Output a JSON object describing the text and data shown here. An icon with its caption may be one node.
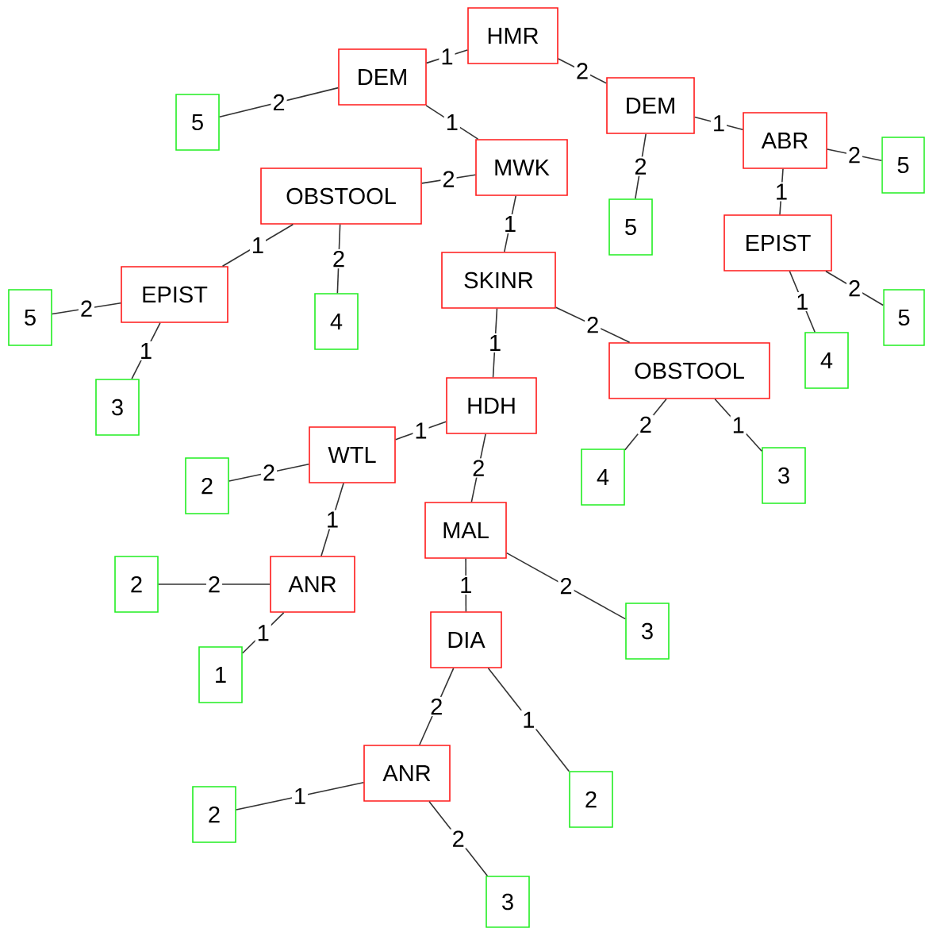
{
  "diagram": {
    "nodes": [
      {
        "text": [
          "HMR"
        ]
      },
      {
        "text": [
          "DEM"
        ]
      },
      {
        "text": [
          "DEM"
        ]
      },
      {
        "text": [
          "5"
        ]
      },
      {
        "text": [
          "ABR"
        ]
      },
      {
        "text": [
          "MWK"
        ]
      },
      {
        "text": [
          "5"
        ]
      },
      {
        "text": [
          "OBSTOOL"
        ]
      },
      {
        "text": [
          "5"
        ]
      },
      {
        "text": [
          "EPIST"
        ]
      },
      {
        "text": [
          "SKINR"
        ]
      },
      {
        "text": [
          "EPIST"
        ]
      },
      {
        "text": [
          "5"
        ]
      },
      {
        "text": [
          "4"
        ]
      },
      {
        "text": [
          "5"
        ]
      },
      {
        "text": [
          "4"
        ]
      },
      {
        "text": [
          "OBSTOOL"
        ]
      },
      {
        "text": [
          "3"
        ]
      },
      {
        "text": [
          "HDH"
        ]
      },
      {
        "text": [
          "WTL"
        ]
      },
      {
        "text": [
          "2"
        ]
      },
      {
        "text": [
          "4"
        ]
      },
      {
        "text": [
          "3"
        ]
      },
      {
        "text": [
          "MAL"
        ]
      },
      {
        "text": [
          "ANR"
        ]
      },
      {
        "text": [
          "2"
        ]
      },
      {
        "text": [
          "3"
        ]
      },
      {
        "text": [
          "DIA"
        ]
      },
      {
        "text": [
          "1"
        ]
      },
      {
        "text": [
          "ANR"
        ]
      },
      {
        "text": [
          "2"
        ]
      },
      {
        "text": [
          "2"
        ]
      },
      {
        "text": [
          "3"
        ]
      }
    ],
    "edges": [
      {
        "from": 0,
        "to": 1,
        "arrow": "none",
        "label": "1"
      },
      {
        "from": 0,
        "to": 2,
        "arrow": "none",
        "label": "2"
      },
      {
        "from": 1,
        "to": 3,
        "arrow": "none",
        "label": "2"
      },
      {
        "from": 1,
        "to": 5,
        "arrow": "none",
        "label": "1"
      },
      {
        "from": 2,
        "to": 8,
        "arrow": "none",
        "label": "2"
      },
      {
        "from": 2,
        "to": 4,
        "arrow": "none",
        "label": "1"
      },
      {
        "from": 4,
        "to": 6,
        "arrow": "none",
        "label": "2"
      },
      {
        "from": 4,
        "to": 9,
        "arrow": "none",
        "label": "1"
      },
      {
        "from": 9,
        "to": 15,
        "arrow": "none",
        "label": "1"
      },
      {
        "from": 9,
        "to": 14,
        "arrow": "none",
        "label": "2"
      },
      {
        "from": 5,
        "to": 7,
        "arrow": "none",
        "label": "2"
      },
      {
        "from": 5,
        "to": 10,
        "arrow": "none",
        "label": "1"
      },
      {
        "from": 7,
        "to": 11,
        "arrow": "none",
        "label": "1"
      },
      {
        "from": 7,
        "to": 13,
        "arrow": "none",
        "label": "2"
      },
      {
        "from": 11,
        "to": 12,
        "arrow": "none",
        "label": "2"
      },
      {
        "from": 11,
        "to": 17,
        "arrow": "none",
        "label": "1"
      },
      {
        "from": 10,
        "to": 18,
        "arrow": "none",
        "label": "1"
      },
      {
        "from": 10,
        "to": 16,
        "arrow": "none",
        "label": "2"
      },
      {
        "from": 16,
        "to": 21,
        "arrow": "none",
        "label": "2"
      },
      {
        "from": 16,
        "to": 22,
        "arrow": "none",
        "label": "1"
      },
      {
        "from": 18,
        "to": 19,
        "arrow": "none",
        "label": "1"
      },
      {
        "from": 18,
        "to": 23,
        "arrow": "none",
        "label": "2"
      },
      {
        "from": 19,
        "to": 20,
        "arrow": "none",
        "label": "2"
      },
      {
        "from": 19,
        "to": 24,
        "arrow": "none",
        "label": "1"
      },
      {
        "from": 24,
        "to": 25,
        "arrow": "none",
        "label": "2"
      },
      {
        "from": 24,
        "to": 28,
        "arrow": "none",
        "label": "1"
      },
      {
        "from": 23,
        "to": 27,
        "arrow": "none",
        "label": "1"
      },
      {
        "from": 23,
        "to": 26,
        "arrow": "none",
        "label": "2"
      },
      {
        "from": 27,
        "to": 29,
        "arrow": "none",
        "label": "2"
      },
      {
        "from": 27,
        "to": 30,
        "arrow": "none",
        "label": "1"
      },
      {
        "from": 29,
        "to": 31,
        "arrow": "none",
        "label": "1"
      },
      {
        "from": 29,
        "to": 32,
        "arrow": "none",
        "label": "2"
      }
    ]
  }
}
